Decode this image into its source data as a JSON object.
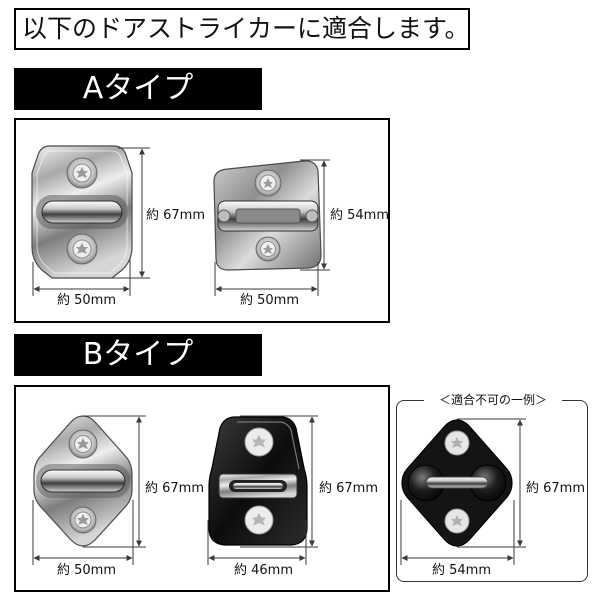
{
  "header": {
    "text": "以下のドアストライカーに適合します。"
  },
  "types": [
    {
      "label": "Aタイプ",
      "items": [
        {
          "height": "約 67mm",
          "width": "約 50mm"
        },
        {
          "height": "約 54mm",
          "width": "約 50mm"
        }
      ]
    },
    {
      "label": "Bタイプ",
      "items": [
        {
          "height": "約 67mm",
          "width": "約 50mm"
        },
        {
          "height": "約 67mm",
          "width": "約 46mm"
        }
      ]
    }
  ],
  "incompatible": {
    "caption": "＜適合不可の一例＞",
    "height": "約 67mm",
    "width": "約 54mm"
  },
  "colors": {
    "banner_background": "#000000",
    "banner_text": "#ffffff",
    "border": "#000000",
    "dimension_line": "#3a3a3a"
  }
}
